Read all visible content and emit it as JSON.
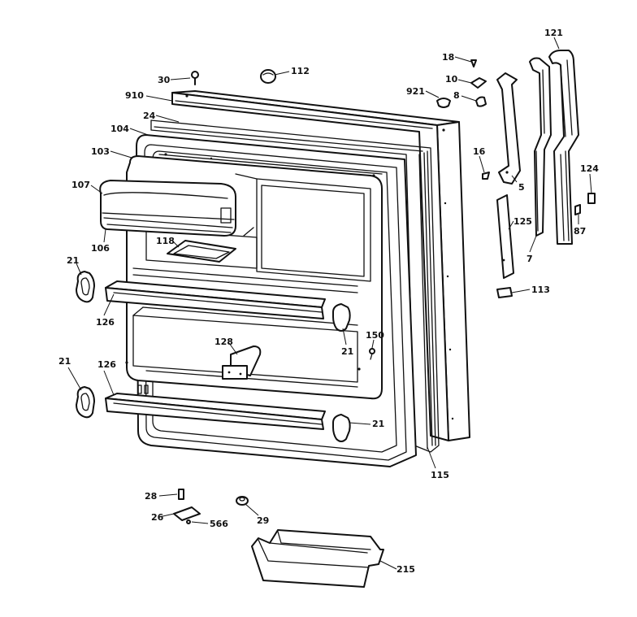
{
  "diagram": {
    "callouts": {
      "c121": "121",
      "c18": "18",
      "c30": "30",
      "c112": "112",
      "c10": "10",
      "c910": "910",
      "c921": "921",
      "c8": "8",
      "c24": "24",
      "c104": "104",
      "c103": "103",
      "c16": "16",
      "c124": "124",
      "c107": "107",
      "c5": "5",
      "c87": "87",
      "c125": "125",
      "c106": "106",
      "c118": "118",
      "c7": "7",
      "c21a": "21",
      "c113": "113",
      "c126a": "126",
      "c150": "150",
      "c128": "128",
      "c21b": "21",
      "c21c": "21",
      "c126b": "126",
      "c21d": "21",
      "c115": "115",
      "c28": "28",
      "c26": "26",
      "c566": "566",
      "c29": "29",
      "c215": "215"
    }
  }
}
